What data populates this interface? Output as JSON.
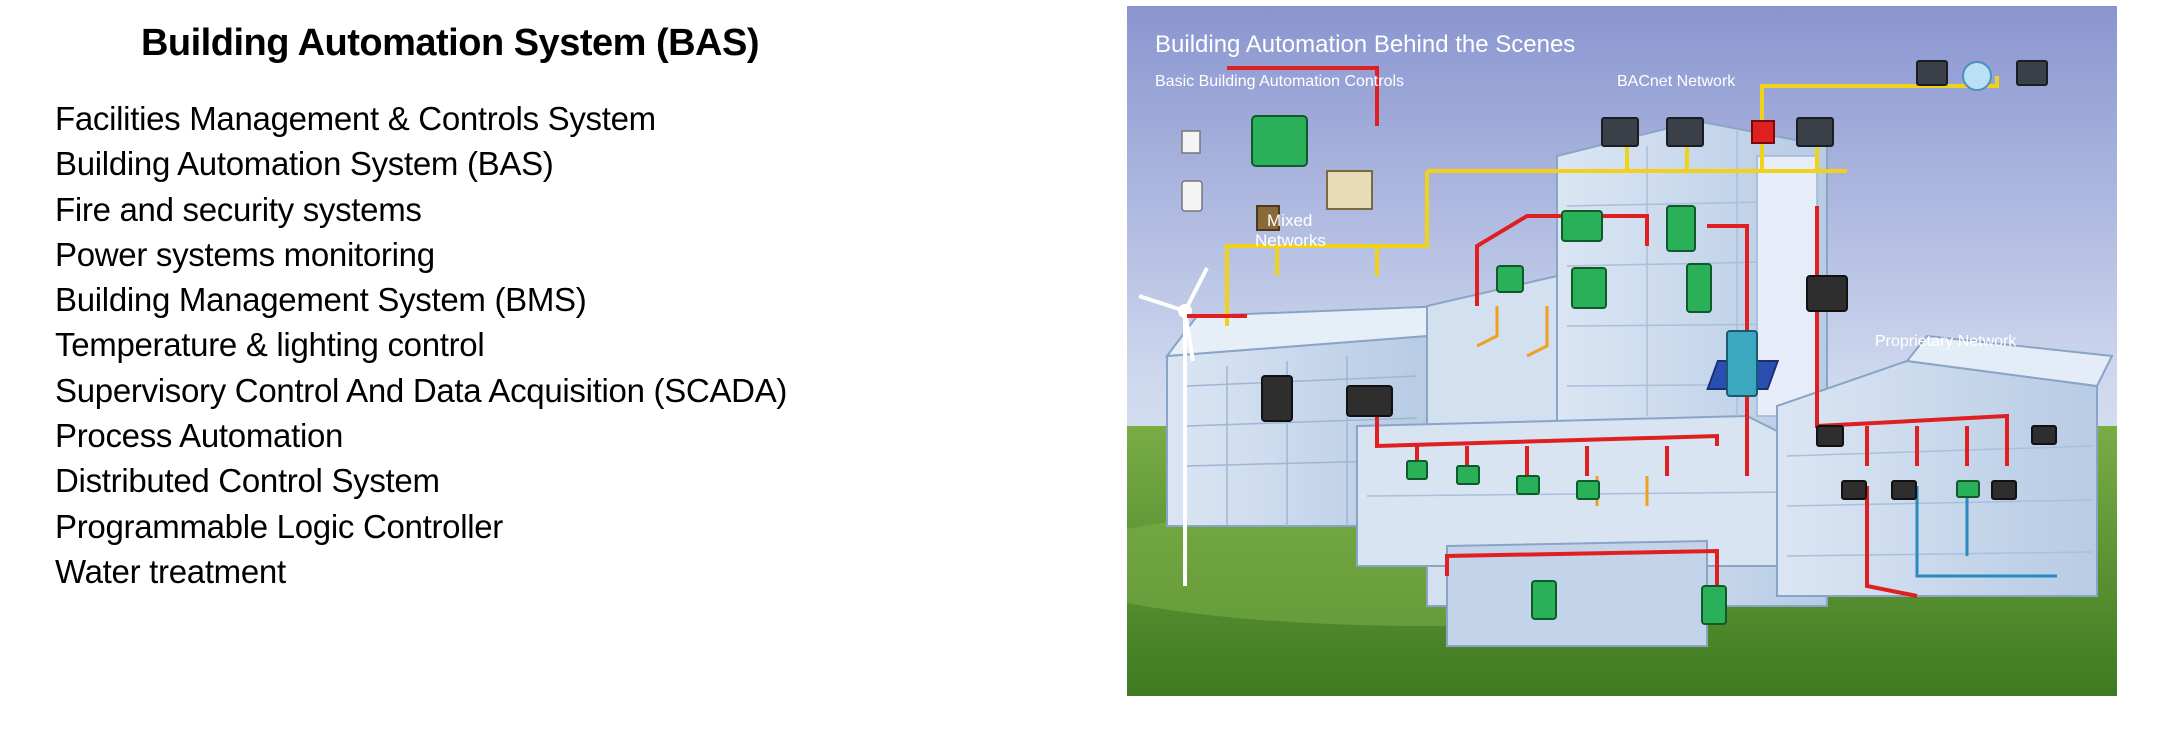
{
  "slide": {
    "title": "Building Automation System (BAS)",
    "items": [
      "Facilities Management & Controls System",
      "Building Automation System (BAS)",
      "Fire and security systems",
      "Power systems monitoring",
      "Building Management System (BMS)",
      "Temperature & lighting control",
      "Supervisory Control And Data Acquisition (SCADA)",
      "Process Automation",
      "Distributed Control System",
      "Programmable Logic Controller",
      "Water treatment"
    ]
  },
  "figure": {
    "title": "Building Automation Behind the Scenes",
    "labels": {
      "basic": "Basic Building Automation Controls",
      "bacnet": "BACnet Network",
      "mixed_1": "Mixed",
      "mixed_2": "Networks",
      "proprietary": "Proprietary Network"
    },
    "colors": {
      "sky_top": "#8a95d0",
      "sky_bottom": "#e7edf6",
      "grass": "#4f8a2a",
      "building": "#c9d8ec",
      "bacnet_wire": "#f0d21a",
      "control_wire": "#e02020",
      "orange_wire": "#f0a020",
      "blue_wire": "#2a8ac0",
      "controller": "#2bb05a"
    }
  }
}
